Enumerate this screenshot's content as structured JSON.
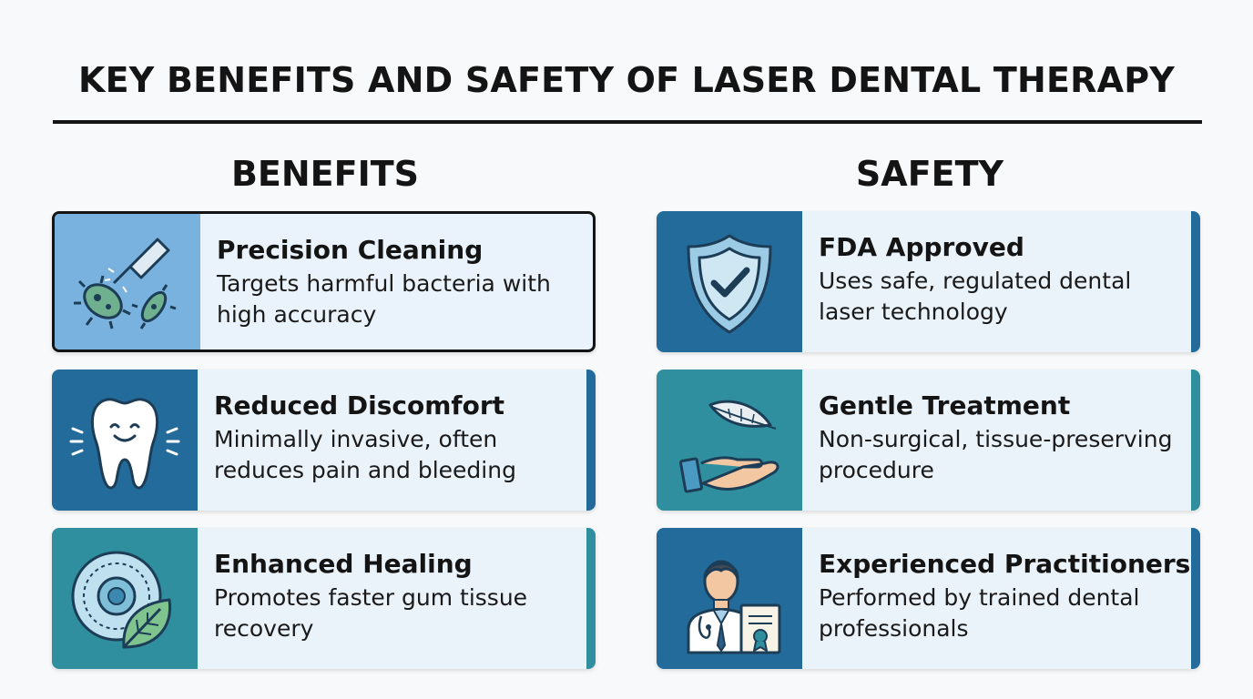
{
  "title": "KEY BENEFITS AND SAFETY OF LASER DENTAL THERAPY",
  "columns": {
    "benefits": "BENEFITS",
    "safety": "SAFETY"
  },
  "benefits": [
    {
      "title": "Precision Cleaning",
      "desc": "Targets harmful bacteria with high accuracy",
      "icon": "laser-bacteria-icon"
    },
    {
      "title": "Reduced Discomfort",
      "desc": "Minimally invasive, often reduces pain and bleeding",
      "icon": "smiling-tooth-icon"
    },
    {
      "title": "Enhanced Healing",
      "desc": "Promotes faster gum tissue recovery",
      "icon": "cell-leaf-icon"
    }
  ],
  "safety": [
    {
      "title": "FDA Approved",
      "desc": "Uses safe, regulated dental laser technology",
      "icon": "shield-check-icon"
    },
    {
      "title": "Gentle Treatment",
      "desc": "Non-surgical, tissue-preserving procedure",
      "icon": "hand-feather-icon"
    },
    {
      "title": "Experienced Practitioners",
      "desc": "Performed by trained dental professionals",
      "icon": "doctor-certificate-icon"
    }
  ],
  "colors": {
    "light_blue": "#79b2de",
    "navy": "#226b9a",
    "teal": "#2f8f9e",
    "card_bg": "#eaf2fa",
    "text": "#141414"
  }
}
